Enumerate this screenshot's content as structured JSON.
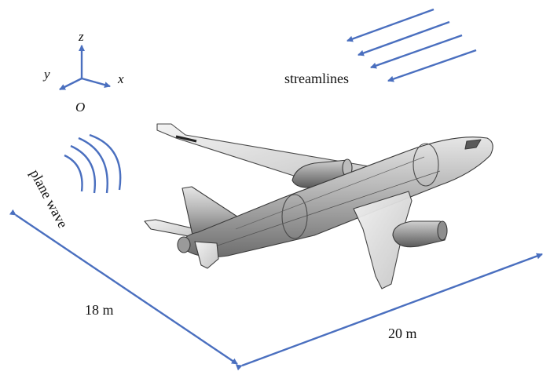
{
  "axes": {
    "z": "z",
    "y": "y",
    "x": "x",
    "origin": "O"
  },
  "streamlines_label": "streamlines",
  "wave_label": "plane wave",
  "dim_left": "18 m",
  "dim_right": "20 m",
  "colors": {
    "arrow_blue": "#4a6fbf",
    "aircraft_gray": "#8a8a8a"
  }
}
